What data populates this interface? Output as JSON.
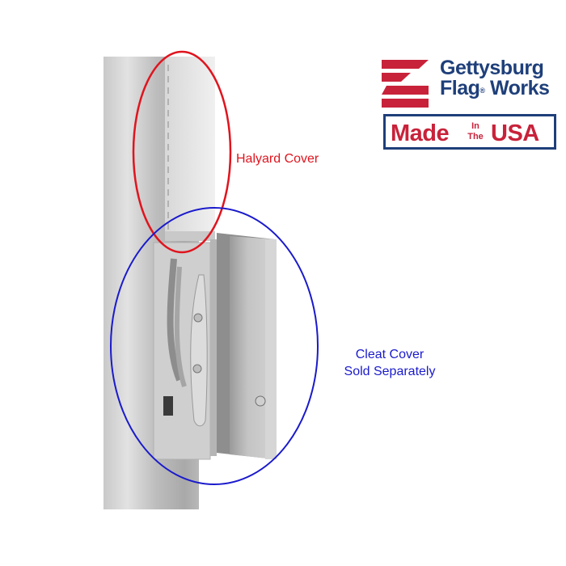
{
  "logo": {
    "brand_line1": "Gettysburg",
    "brand_line2": "Flag",
    "brand_line2_suffix": "Works",
    "registered_mark": "®",
    "badge_made": "Made",
    "badge_in": "In",
    "badge_the": "The",
    "badge_usa": "USA",
    "colors": {
      "navy": "#1e3f7a",
      "red": "#c8223a"
    }
  },
  "annotations": {
    "halyard": {
      "label": "Halyard Cover",
      "color": "#e0141e"
    },
    "cleat": {
      "line1": "Cleat Cover",
      "line2": "Sold Separately",
      "color": "#1a1acc"
    }
  },
  "icons": {
    "flag_stripes": "flag-stripes-icon"
  }
}
